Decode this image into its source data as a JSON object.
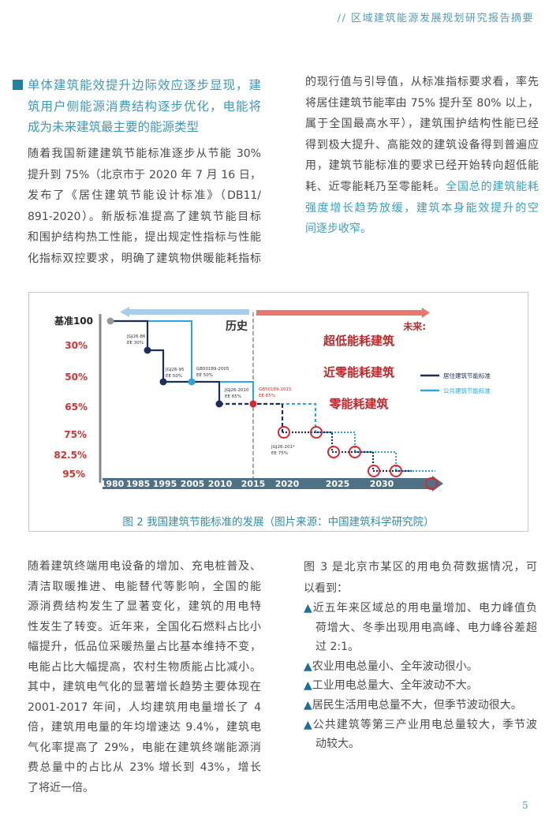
{
  "header": {
    "title": "// 区域建筑能源发展规划研究报告摘要"
  },
  "section": {
    "heading_lines": [
      "单体建筑能效提升边际效应逐步显现，建",
      "筑用户侧能源消费结构逐步优化，电能将",
      "成为未来建筑最主要的能源类型"
    ],
    "left_lines": [
      "随着我国新建建筑节能标准逐步从节能 30%",
      "提升到 75%（北京市于 2020 年 7 月 16 日，",
      "发布了《居住建筑节能设计标准》（DB11/",
      "891-2020）。新版标准提高了建筑节能目标",
      "和围护结构热工性能，提出规定性指标与性能",
      "化指标双控要求，明确了建筑物供暖能耗指标"
    ],
    "right_lines": [
      "的现行值与引导值，从标准指标要求看，率先",
      "将居住建筑节能率由 75% 提升至 80% 以上，",
      "属于全国最高水平），建筑围护结构性能已经",
      "得到极大提升、高能效的建筑设备得到普遍应",
      "用，建筑节能标准的要求已经开始转向超低能"
    ],
    "right_mixed_plain": "耗、近零能耗乃至零能耗。",
    "right_mixed_teal": "全国总的建筑能耗",
    "right_teal_lines": [
      "强度增长趋势放缓，建筑本身能效提升的空",
      "间逐步收窄。"
    ]
  },
  "figure": {
    "caption": "图 2 我国建筑节能标准的发展（图片来源：中国建筑科学研究院）",
    "chart_data": {
      "type": "line",
      "title": "我国建筑节能标准的发展",
      "y_labels": [
        "基准100",
        "30%",
        "50%",
        "65%",
        "75%",
        "82.5%",
        "95%"
      ],
      "x_ticks": [
        "1980",
        "1985",
        "1995",
        "2005",
        "2010",
        "2015",
        "2020",
        "2025",
        "2030"
      ],
      "history_label": "历史",
      "future_label": "未来:",
      "future_targets": [
        "超低能耗建筑",
        "近零能耗建筑",
        "零能耗建筑"
      ],
      "legend": [
        {
          "name": "居住建筑节能标准",
          "color": "#1b2d5c"
        },
        {
          "name": "公共建筑节能标准",
          "color": "#2aa6de"
        }
      ],
      "annotations": [
        {
          "code": "JGJ26-86",
          "ee": "EE 30%"
        },
        {
          "code": "JGJ26-95",
          "ee": "EE 50%"
        },
        {
          "code": "GB50189-2005",
          "ee": "EE 50%"
        },
        {
          "code": "JGJ26-2010",
          "ee": "EE 65%"
        },
        {
          "code": "GB50189-2015",
          "ee": "EE 65%"
        },
        {
          "code": "JGJ26-201*",
          "ee": "EE 75%"
        }
      ],
      "series": [
        {
          "name": "居住建筑节能标准",
          "points": [
            [
              "1980",
              0
            ],
            [
              "1986",
              30
            ],
            [
              "1995",
              50
            ],
            [
              "2010",
              65
            ],
            [
              "2020",
              75
            ],
            [
              "2025",
              82.5
            ],
            [
              "2030",
              95
            ]
          ]
        },
        {
          "name": "公共建筑节能标准",
          "points": [
            [
              "1986",
              0
            ],
            [
              "2005",
              50
            ],
            [
              "2015",
              65
            ],
            [
              "2023",
              75
            ],
            [
              "2027",
              82.5
            ],
            [
              "2032",
              95
            ]
          ]
        }
      ]
    }
  },
  "lower": {
    "left_lines": [
      "随着建筑终端用电设备的增加、充电桩普及、",
      "清洁取暖推进、电能替代等影响，全国的能",
      "源消费结构发生了显著变化，建筑的用电特",
      "性发生了转变。近年来，全国化石燃料占比小",
      "幅提升，低品位采暖热量占比基本维持不变，",
      "电能占比大幅提高，农村生物质能占比减小。",
      "其中，建筑电气化的显著增长趋势主要体现在",
      "2001-2017 年间，人均建筑用电量增长了 4",
      "倍，建筑用电量的年均增速达 9.4%，建筑电",
      "气化率提高了 29%，电能在建筑终端能源消",
      "费总量中的占比从 23% 增长到 43%，增长",
      "了将近一倍。"
    ],
    "right_intro": [
      "图 3 是北京市某区的用电负荷数据情况，可",
      "以看到："
    ],
    "bullet_symbol": "▲",
    "bullets": [
      {
        "lines": [
          "近五年来区域总的用电量增加、电力峰值负",
          "荷增大、冬季出现用电高峰、电力峰谷差超",
          "过 2:1。"
        ]
      },
      {
        "lines": [
          "农业用电总量小、全年波动很小。"
        ]
      },
      {
        "lines": [
          "工业用电总量大、全年波动不大。"
        ]
      },
      {
        "lines": [
          "居民生活用电总量不大，但季节波动很大。"
        ]
      },
      {
        "lines": [
          "公共建筑等第三产业用电总量较大，季节波",
          "动较大。"
        ]
      }
    ]
  },
  "page_number": "5"
}
